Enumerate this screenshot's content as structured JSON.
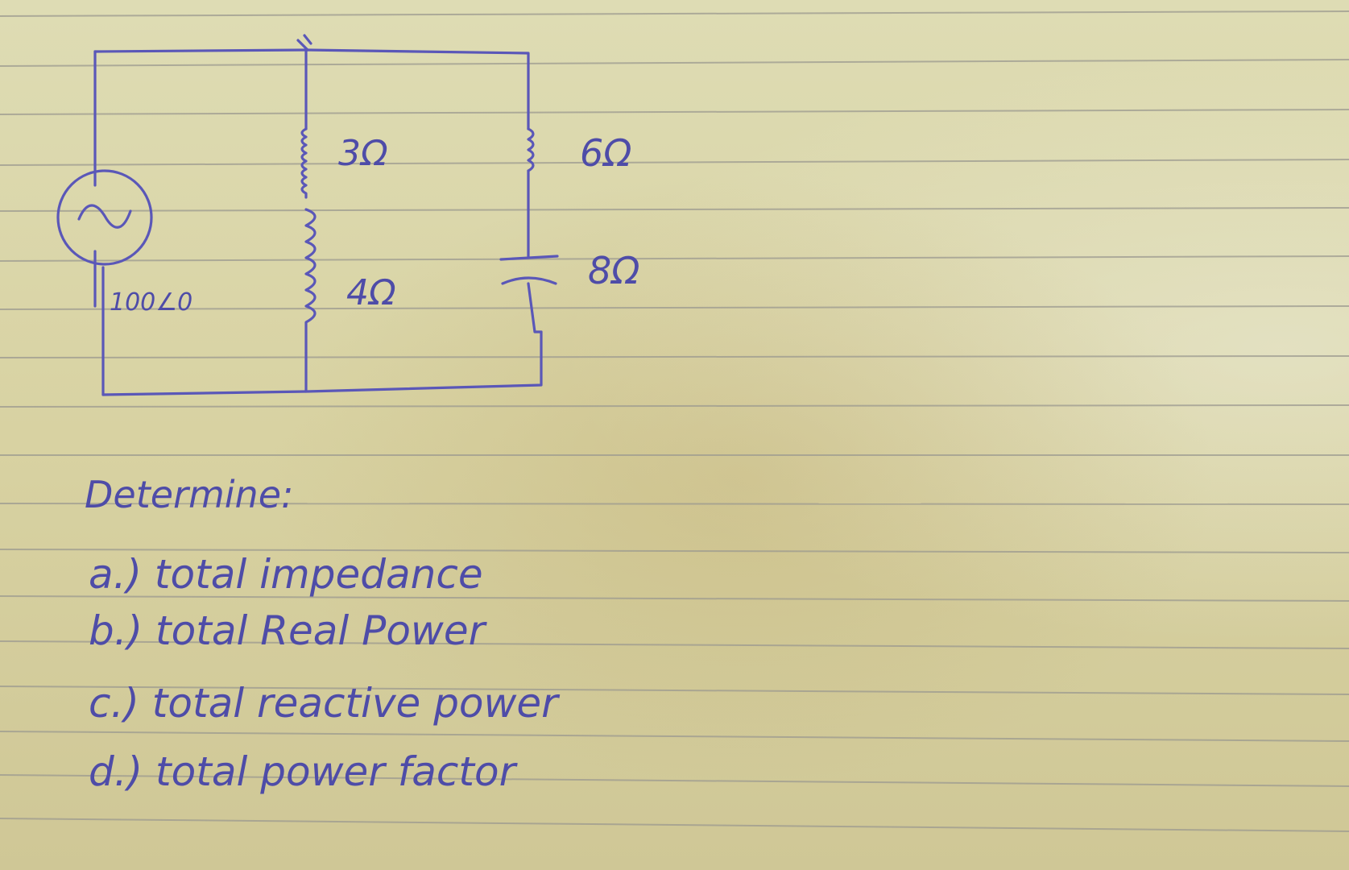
{
  "circuit": {
    "source_label": "100∠0",
    "resistor_1": "3Ω",
    "inductor_1": "4Ω",
    "resistor_2": "6Ω",
    "capacitor_1": "8Ω"
  },
  "problem": {
    "heading": "Determine:",
    "items": [
      "a.) total impedance",
      "b.) total Real Power",
      "c.) total reactive power",
      "d.) total power factor"
    ]
  },
  "colors": {
    "ink": "#5a57b8",
    "paper": "#d9d4a6",
    "rule_line": "#9c9a90"
  }
}
